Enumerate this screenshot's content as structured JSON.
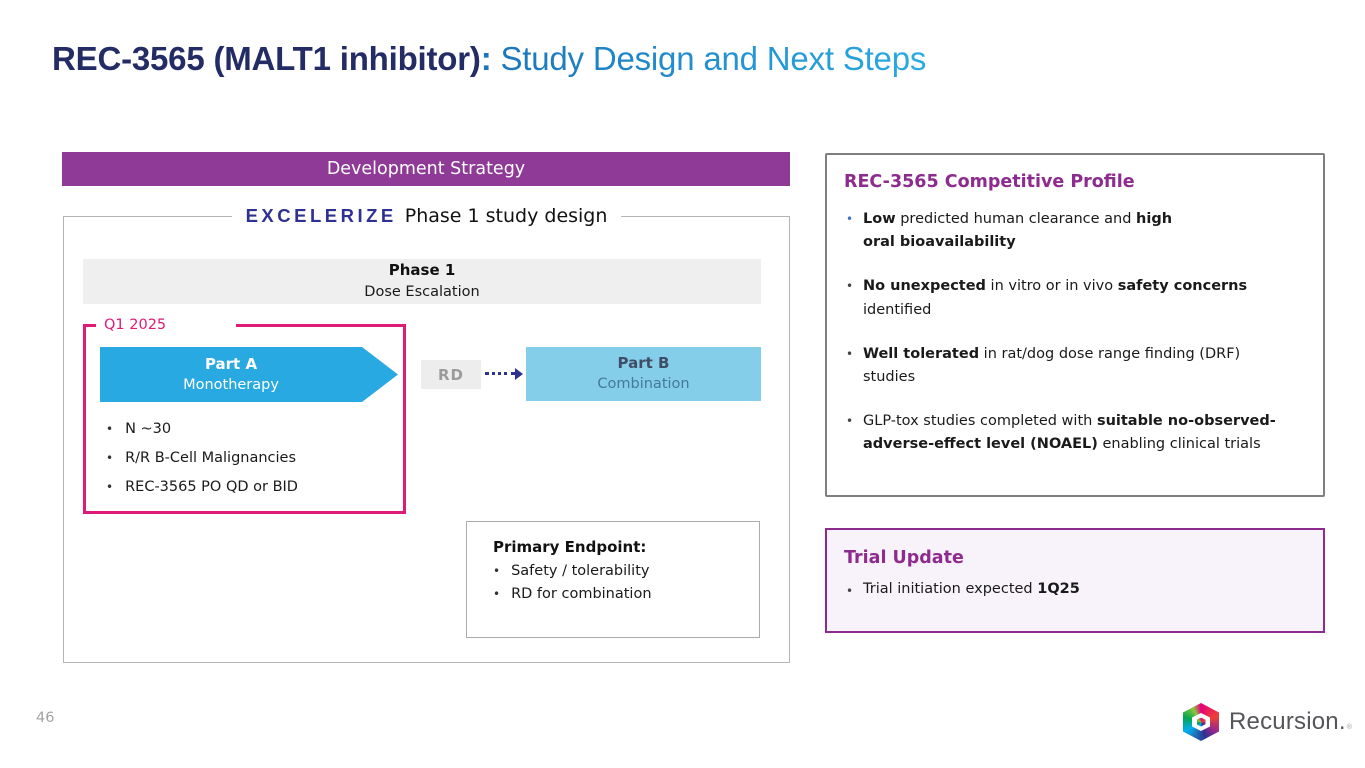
{
  "slide": {
    "title": {
      "main": "REC-3565 (MALT1 inhibitor)",
      "colon": ":",
      "subtitle": " Study Design and Next Steps"
    },
    "page_number": "46",
    "logo": {
      "text": "Recursion.",
      "reg_mark": "®",
      "icon": "recursion-hexagon-logo"
    }
  },
  "development_strategy": {
    "header": "Development Strategy",
    "legend_brand": "EXCELERIZE",
    "legend_text": "Phase 1 study design",
    "phase_bar": {
      "line1": "Phase 1",
      "line2": "Dose Escalation"
    },
    "timeline_label": "Q1 2025",
    "part_a": {
      "title": "Part A",
      "subtitle": "Monotherapy",
      "bullets": [
        "N ~30",
        "R/R B-Cell Malignancies",
        "REC-3565 PO QD or BID"
      ]
    },
    "rd_label": "RD",
    "part_b": {
      "title": "Part B",
      "subtitle": "Combination"
    },
    "primary_endpoint": {
      "title": "Primary Endpoint:",
      "bullets": [
        "Safety / tolerability",
        "RD for combination"
      ]
    }
  },
  "competitive_profile": {
    "title": "REC-3565 Competitive Profile",
    "bullets": [
      [
        {
          "t": "Low",
          "b": true
        },
        {
          "t": " predicted human clearance and ",
          "b": false
        },
        {
          "t": "high",
          "b": true
        },
        {
          "br": true
        },
        {
          "t": "oral bioavailability",
          "b": true
        }
      ],
      [
        {
          "t": "No unexpected",
          "b": true
        },
        {
          "t": " in vitro or in vivo ",
          "b": false
        },
        {
          "t": "safety concerns",
          "b": true
        },
        {
          "br": true
        },
        {
          "t": "identified",
          "b": false
        }
      ],
      [
        {
          "t": "Well tolerated",
          "b": true
        },
        {
          "t": " in rat/dog dose range finding (DRF)",
          "b": false
        },
        {
          "br": true
        },
        {
          "t": "studies",
          "b": false
        }
      ],
      [
        {
          "t": "GLP-tox studies completed with ",
          "b": false
        },
        {
          "t": "suitable no-observed-adverse-effect level (NOAEL)",
          "b": true
        },
        {
          "t": " enabling clinical trials",
          "b": false
        }
      ]
    ]
  },
  "trial_update": {
    "title": "Trial Update",
    "bullets": [
      [
        {
          "t": "Trial initiation expected ",
          "b": false
        },
        {
          "t": "1Q25",
          "b": true
        }
      ]
    ]
  },
  "colors": {
    "title_navy": "#232C65",
    "title_blue_start": "#1C75BC",
    "title_blue_end": "#29ABE2",
    "purple_bar": "#8E3A96",
    "purple_heading": "#8E2B8E",
    "pink_accent": "#DE1B76",
    "part_a_blue": "#29A9E1",
    "part_b_blue": "#85CEEA",
    "dotted_arrow_navy": "#2E3192",
    "first_bullet_blue": "#4472C4"
  }
}
